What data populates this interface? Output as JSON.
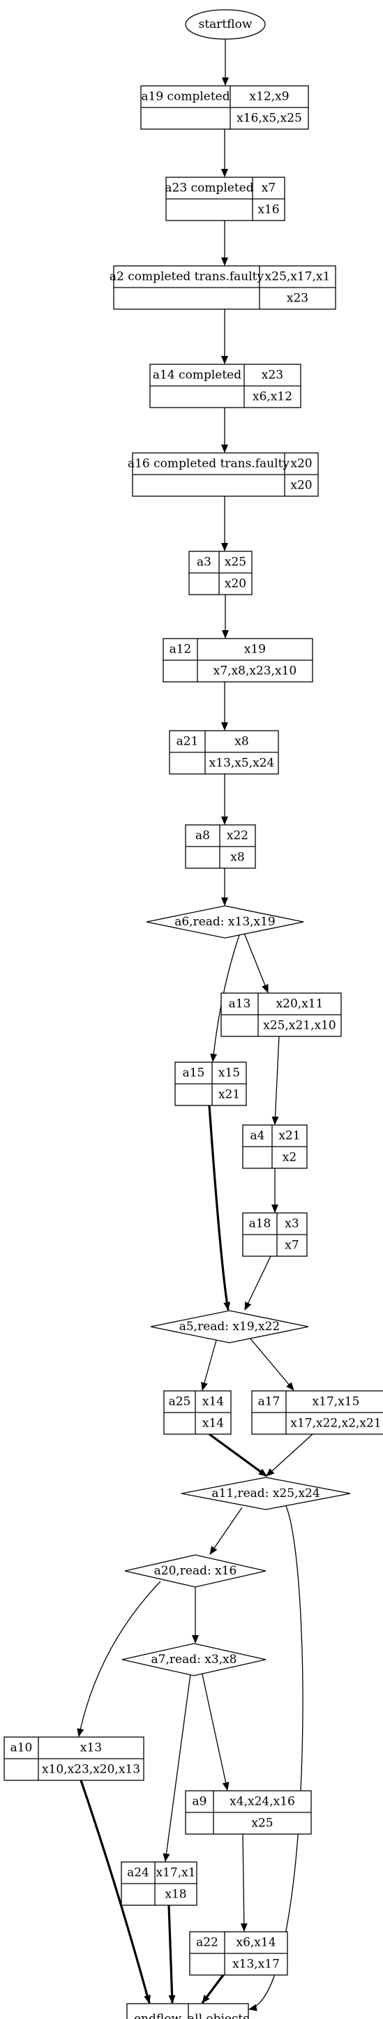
{
  "nodes": [
    {
      "id": "startflow",
      "kind": "ellipse",
      "label": "startflow"
    },
    {
      "id": "a19",
      "kind": "record",
      "label": "a19 completed",
      "top": "x12,x9",
      "bottom": "x16,x5,x25"
    },
    {
      "id": "a23",
      "kind": "record",
      "label": "a23 completed",
      "top": "x7",
      "bottom": "x16"
    },
    {
      "id": "a2",
      "kind": "record",
      "label": "a2 completed trans.faulty",
      "top": "x25,x17,x1",
      "bottom": "x23"
    },
    {
      "id": "a14",
      "kind": "record",
      "label": "a14 completed",
      "top": "x23",
      "bottom": "x6,x12"
    },
    {
      "id": "a16",
      "kind": "record",
      "label": "a16 completed trans.faulty",
      "top": "x20",
      "bottom": "x20"
    },
    {
      "id": "a3",
      "kind": "record",
      "label": "a3",
      "top": "x25",
      "bottom": "x20"
    },
    {
      "id": "a12",
      "kind": "record",
      "label": "a12",
      "top": "x19",
      "bottom": "x7,x8,x23,x10"
    },
    {
      "id": "a21",
      "kind": "record",
      "label": "a21",
      "top": "x8",
      "bottom": "x13,x5,x24"
    },
    {
      "id": "a8",
      "kind": "record",
      "label": "a8",
      "top": "x22",
      "bottom": "x8"
    },
    {
      "id": "a6",
      "kind": "diamond",
      "label": "a6,read: x13,x19"
    },
    {
      "id": "a13",
      "kind": "record",
      "label": "a13",
      "top": "x20,x11",
      "bottom": "x25,x21,x10"
    },
    {
      "id": "a15",
      "kind": "record",
      "label": "a15",
      "top": "x15",
      "bottom": "x21"
    },
    {
      "id": "a4",
      "kind": "record",
      "label": "a4",
      "top": "x21",
      "bottom": "x2"
    },
    {
      "id": "a18",
      "kind": "record",
      "label": "a18",
      "top": "x3",
      "bottom": "x7"
    },
    {
      "id": "a5",
      "kind": "diamond",
      "label": "a5,read: x19,x22"
    },
    {
      "id": "a25",
      "kind": "record",
      "label": "a25",
      "top": "x14",
      "bottom": "x14"
    },
    {
      "id": "a17",
      "kind": "record",
      "label": "a17",
      "top": "x17,x15",
      "bottom": "x17,x22,x2,x21"
    },
    {
      "id": "a11",
      "kind": "diamond",
      "label": "a11,read: x25,x24"
    },
    {
      "id": "a20",
      "kind": "diamond",
      "label": "a20,read: x16"
    },
    {
      "id": "a7",
      "kind": "diamond",
      "label": "a7,read: x3,x8"
    },
    {
      "id": "a10",
      "kind": "record",
      "label": "a10",
      "top": "x13",
      "bottom": "x10,x23,x20,x13"
    },
    {
      "id": "a9",
      "kind": "record",
      "label": "a9",
      "top": "x4,x24,x16",
      "bottom": "x25"
    },
    {
      "id": "a24",
      "kind": "record",
      "label": "a24",
      "top": "x17,x1",
      "bottom": "x18"
    },
    {
      "id": "a22",
      "kind": "record",
      "label": "a22",
      "top": "x6,x14",
      "bottom": "x13,x17"
    },
    {
      "id": "endflow",
      "kind": "end",
      "label": "endflow",
      "right": "all objects"
    }
  ],
  "edges": [
    {
      "from": "startflow",
      "to": "a19",
      "bold": false
    },
    {
      "from": "a19",
      "to": "a23",
      "bold": false
    },
    {
      "from": "a23",
      "to": "a2",
      "bold": false
    },
    {
      "from": "a2",
      "to": "a14",
      "bold": false
    },
    {
      "from": "a14",
      "to": "a16",
      "bold": false
    },
    {
      "from": "a16",
      "to": "a3",
      "bold": false
    },
    {
      "from": "a3",
      "to": "a12",
      "bold": false
    },
    {
      "from": "a12",
      "to": "a21",
      "bold": false
    },
    {
      "from": "a21",
      "to": "a8",
      "bold": false
    },
    {
      "from": "a8",
      "to": "a6",
      "bold": false
    },
    {
      "from": "a6",
      "to": "a13",
      "bold": false
    },
    {
      "from": "a6",
      "to": "a15",
      "bold": false
    },
    {
      "from": "a13",
      "to": "a4",
      "bold": false
    },
    {
      "from": "a4",
      "to": "a18",
      "bold": false
    },
    {
      "from": "a15",
      "to": "a5",
      "bold": true
    },
    {
      "from": "a18",
      "to": "a5",
      "bold": false
    },
    {
      "from": "a5",
      "to": "a25",
      "bold": false
    },
    {
      "from": "a5",
      "to": "a17",
      "bold": false
    },
    {
      "from": "a25",
      "to": "a11",
      "bold": true
    },
    {
      "from": "a17",
      "to": "a11",
      "bold": false
    },
    {
      "from": "a11",
      "to": "a20",
      "bold": false
    },
    {
      "from": "a11",
      "to": "endflow",
      "bold": false
    },
    {
      "from": "a20",
      "to": "a10",
      "bold": false
    },
    {
      "from": "a20",
      "to": "a7",
      "bold": false
    },
    {
      "from": "a7",
      "to": "a9",
      "bold": false
    },
    {
      "from": "a7",
      "to": "a24",
      "bold": false
    },
    {
      "from": "a9",
      "to": "a22",
      "bold": false
    },
    {
      "from": "a10",
      "to": "endflow",
      "bold": true
    },
    {
      "from": "a24",
      "to": "endflow",
      "bold": true
    },
    {
      "from": "a22",
      "to": "endflow",
      "bold": true
    }
  ]
}
